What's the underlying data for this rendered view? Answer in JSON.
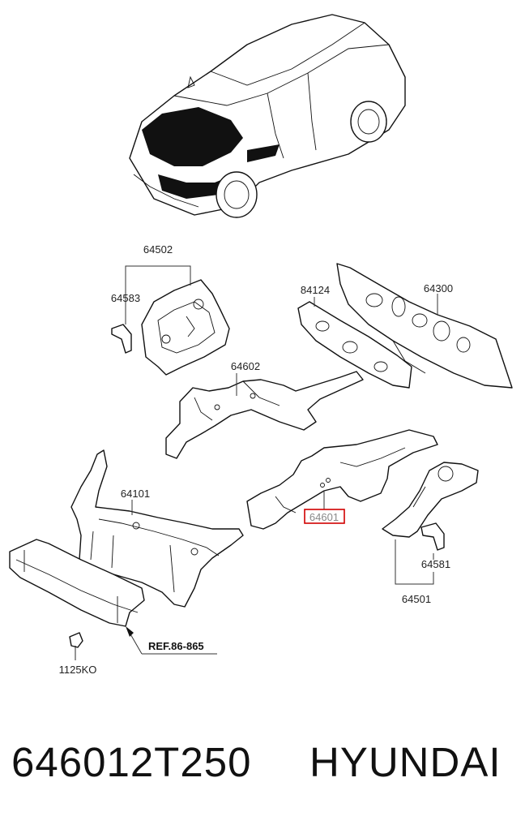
{
  "labels": {
    "p64502": "64502",
    "p64583": "64583",
    "p84124": "84124",
    "p64300": "64300",
    "p64602": "64602",
    "p64101": "64101",
    "p64601": "64601",
    "p64581": "64581",
    "p64501": "64501",
    "ref": "REF.86-865",
    "bolt": "1125KO"
  },
  "highlight": {
    "color": "#d00000"
  },
  "caption": {
    "part_number": "646012T250",
    "brand": "HYUNDAI"
  }
}
